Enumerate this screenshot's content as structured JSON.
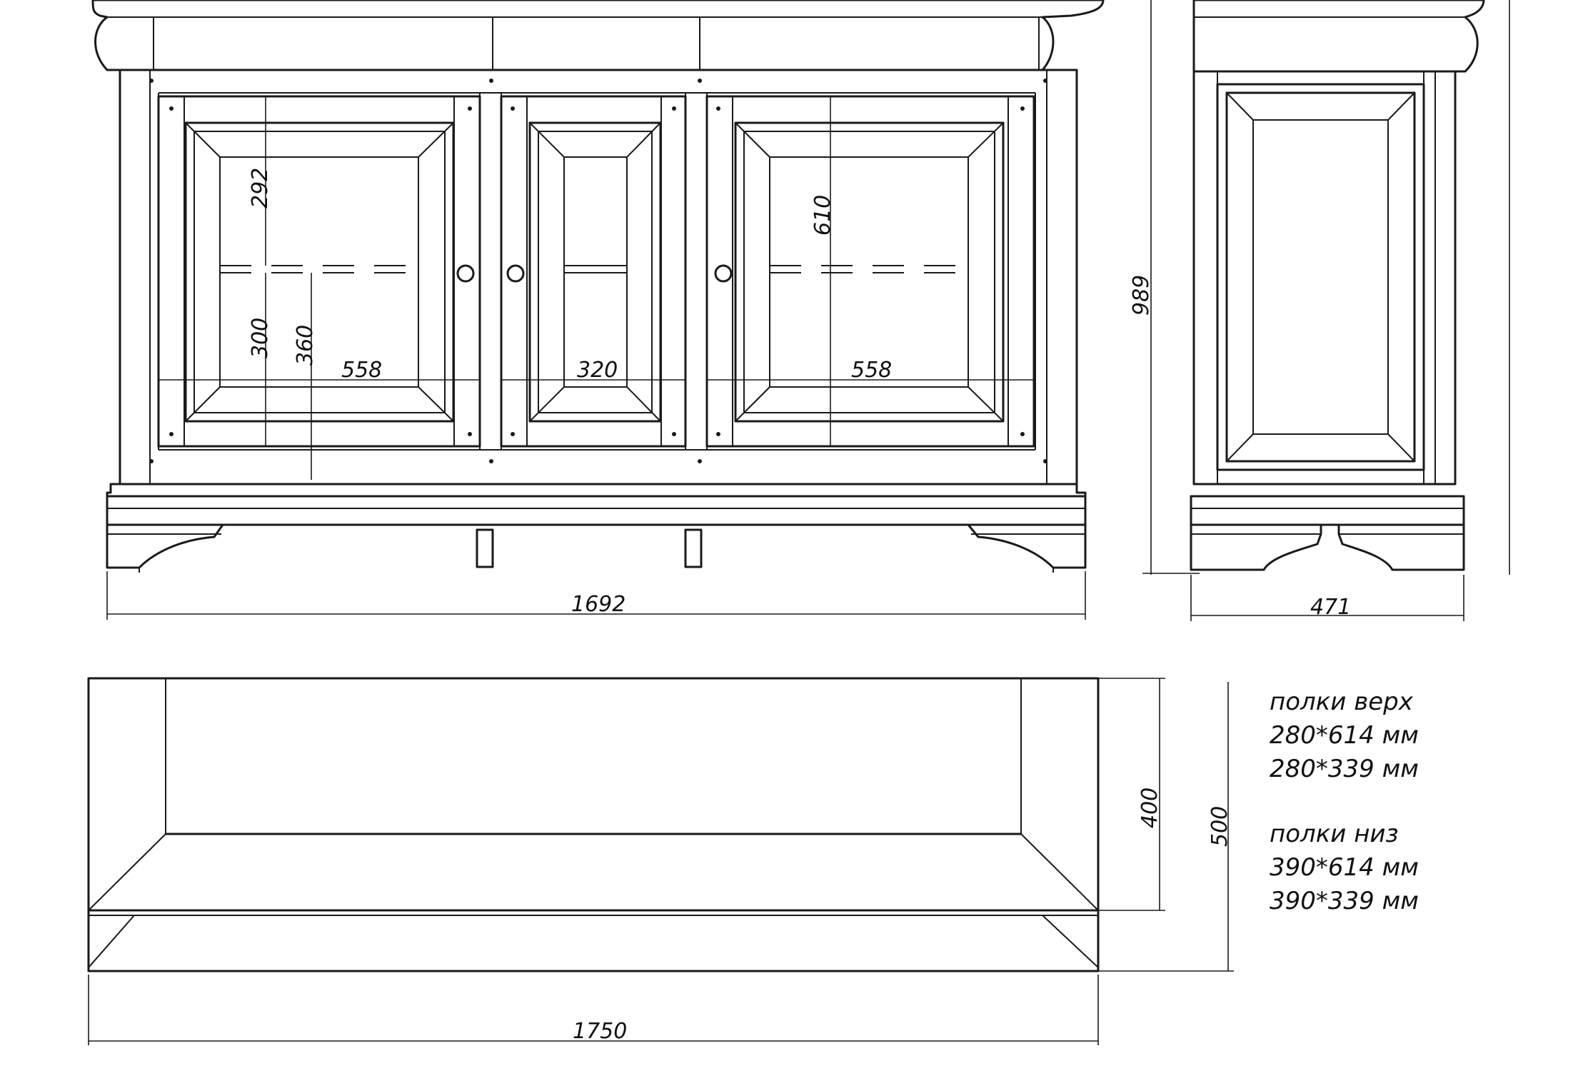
{
  "front_view": {
    "overall_width": "1692",
    "door_left_width": "558",
    "door_middle_width": "320",
    "door_right_width": "558",
    "shelf_upper_height": "292",
    "shelf_lower_height": "300",
    "bottom_height": "360",
    "door_height": "610"
  },
  "side_view": {
    "height": "989",
    "depth": "471"
  },
  "plan_view": {
    "width": "1750",
    "inner_depth": "400",
    "outer_depth": "500"
  },
  "notes": {
    "upper_title": "полки верх",
    "upper_1": "280*614  мм",
    "upper_2": "280*339  мм",
    "lower_title": "полки низ",
    "lower_1": "390*614  мм",
    "lower_2": "390*339  мм"
  }
}
